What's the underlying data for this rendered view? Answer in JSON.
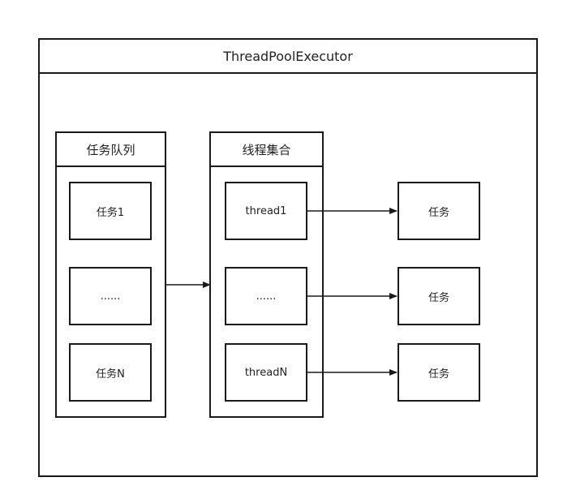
{
  "executor": {
    "title": "ThreadPoolExecutor"
  },
  "queue": {
    "title": "任务队列",
    "items": [
      "任务1",
      "......",
      "任务N"
    ]
  },
  "pool": {
    "title": "线程集合",
    "items": [
      "thread1",
      "......",
      "threadN"
    ]
  },
  "tasks": [
    "任务",
    "任务",
    "任务"
  ],
  "colors": {
    "stroke": "#1a1a1a",
    "text": "#222222",
    "background": "#ffffff"
  }
}
